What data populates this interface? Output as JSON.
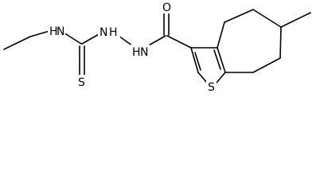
{
  "molecule": {
    "atoms": {
      "n_ethyl": "N",
      "n_hyd1": "N",
      "n_hyd2": "N",
      "h_ethyl": "H",
      "h_hyd1": "H",
      "h_hyd2": "H",
      "s_thione": "S",
      "o_carbonyl": "O",
      "s_ring": "S"
    }
  }
}
